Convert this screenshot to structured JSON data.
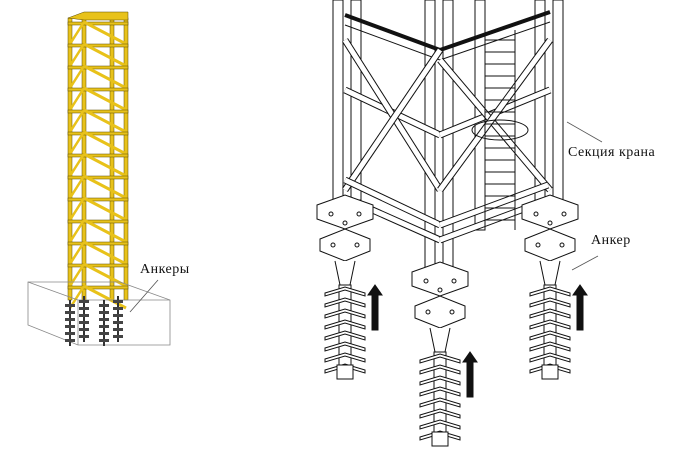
{
  "labels": {
    "anchors_left": "Анкеры",
    "crane_section": "Секция крана",
    "anchor_right": "Анкер"
  },
  "colors": {
    "tower_yellow": "#e8c21a",
    "tower_outline": "#5a4a00",
    "line": "#111111"
  }
}
